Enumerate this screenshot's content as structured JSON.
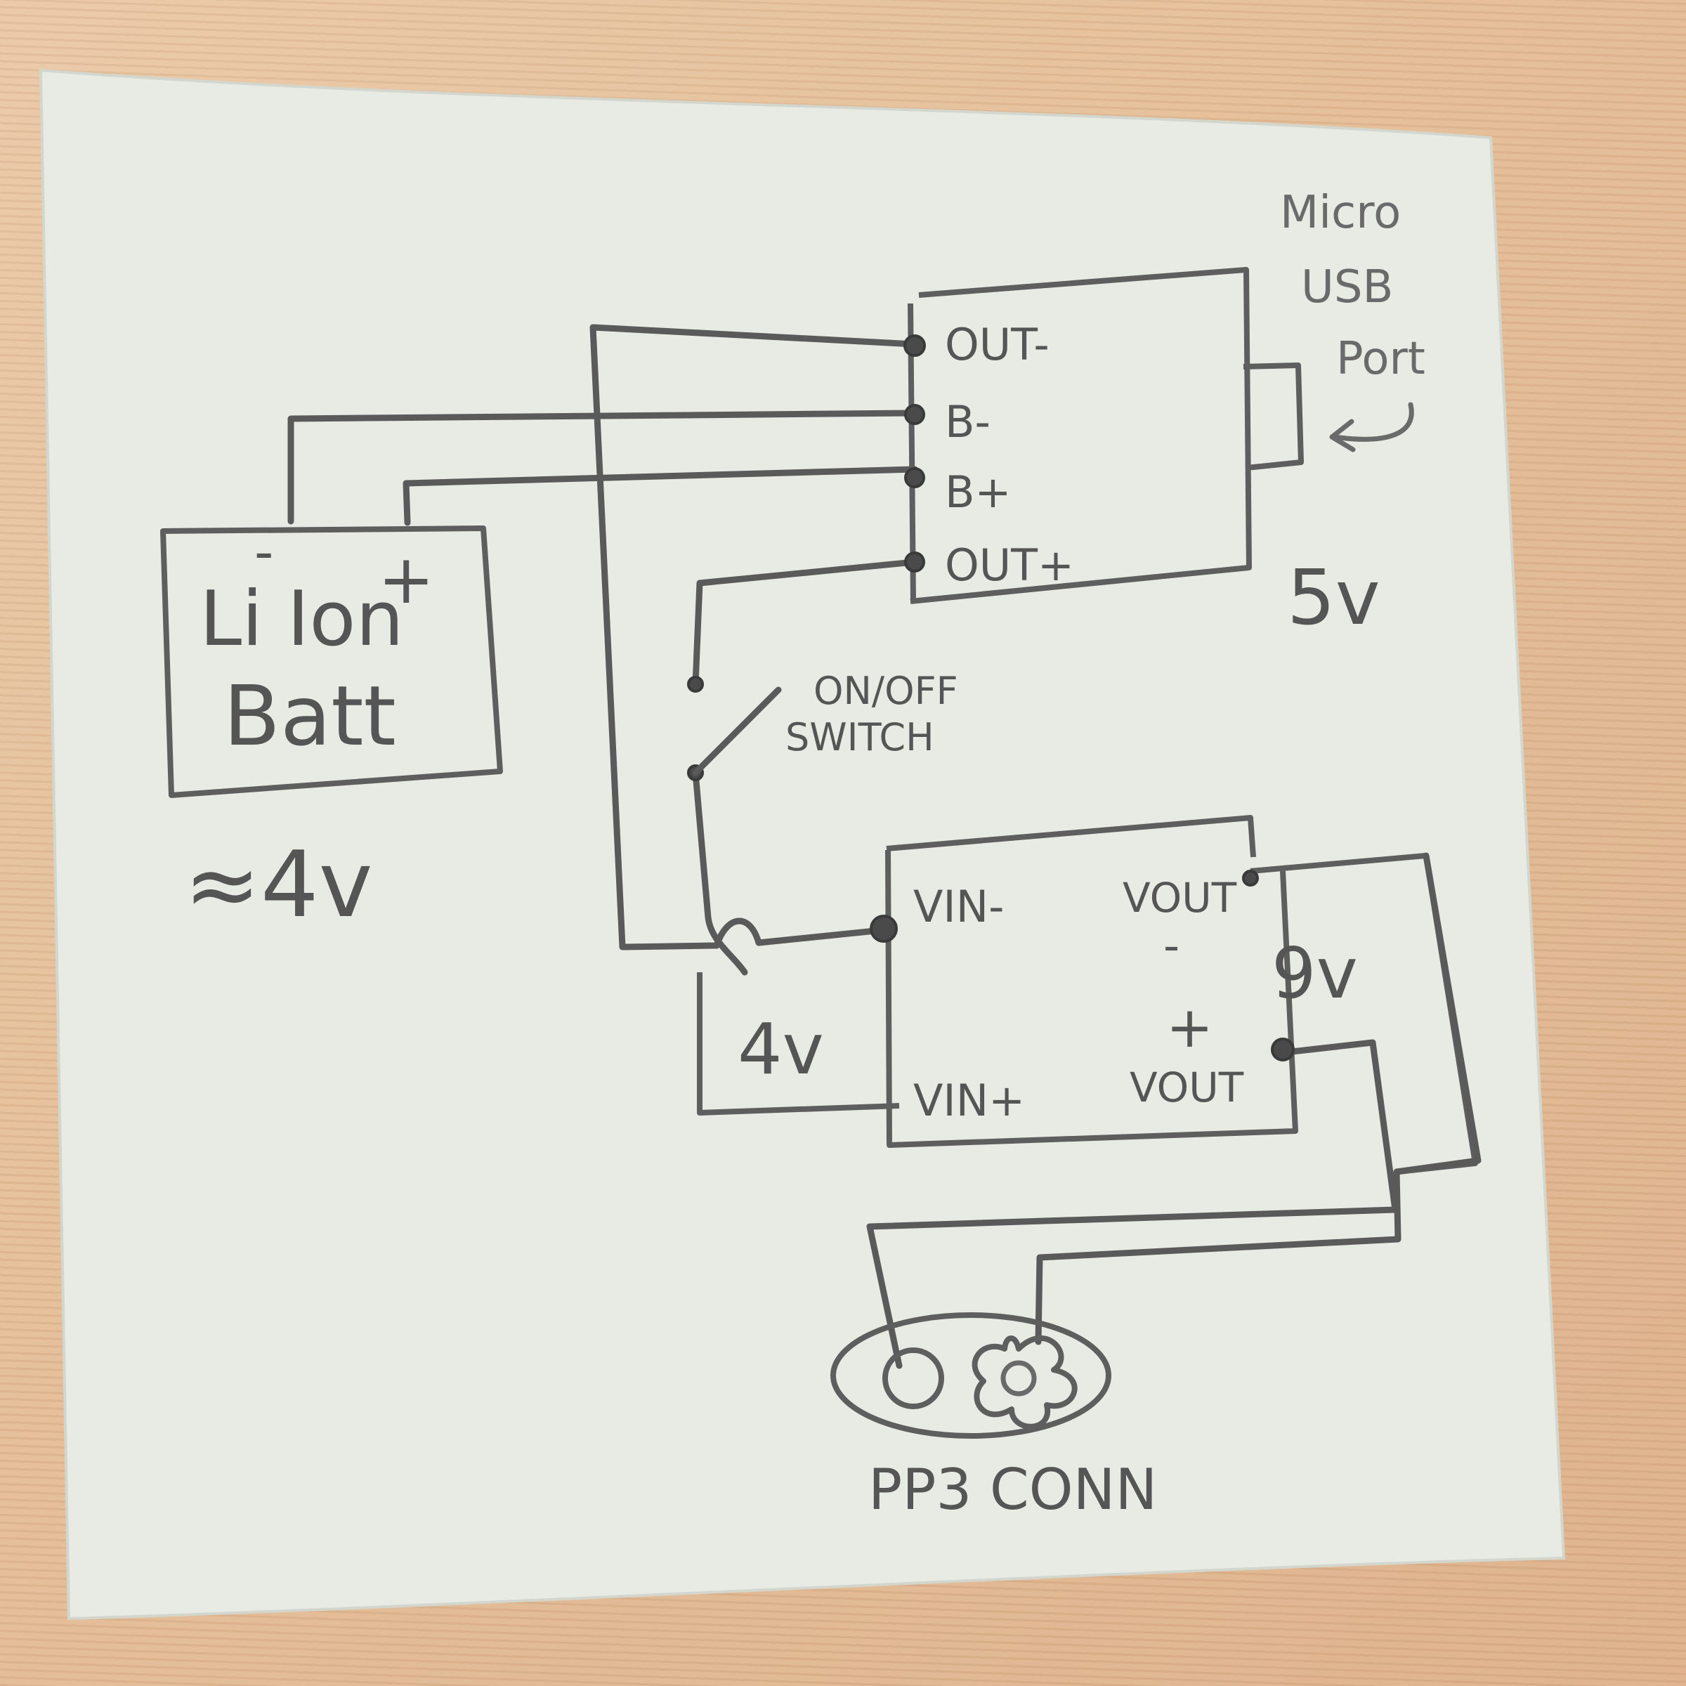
{
  "diagram": {
    "charger": {
      "pins": [
        "OUT-",
        "B-",
        "B+",
        "OUT+"
      ],
      "port_label_lines": [
        "Micro",
        "USB",
        "Port"
      ],
      "voltage": "5v"
    },
    "battery": {
      "label_lines": [
        "Li Ion",
        "Batt"
      ],
      "minus": "-",
      "plus": "+",
      "voltage": "≈4v"
    },
    "switch": {
      "label_lines": [
        "ON/OFF",
        "SWITCH"
      ]
    },
    "boost": {
      "vin_minus": "VIN-",
      "vin_plus": "VIN+",
      "vout_label": "VOUT",
      "vout_minus": "-",
      "vout_plus": "+",
      "input_voltage": "4v",
      "output_voltage": "9v"
    },
    "connector": {
      "label": "PP3 CONN"
    }
  }
}
